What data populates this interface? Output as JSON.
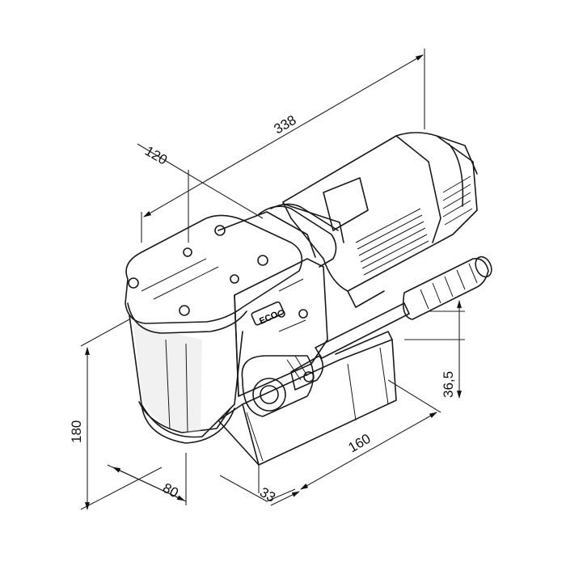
{
  "dimensions": {
    "overall_length": "338",
    "gearbox_width": "120",
    "height": "180",
    "base_depth": "80",
    "offset": "33",
    "base_length": "160",
    "handle_height": "36,5"
  },
  "logo_text": "ECO"
}
